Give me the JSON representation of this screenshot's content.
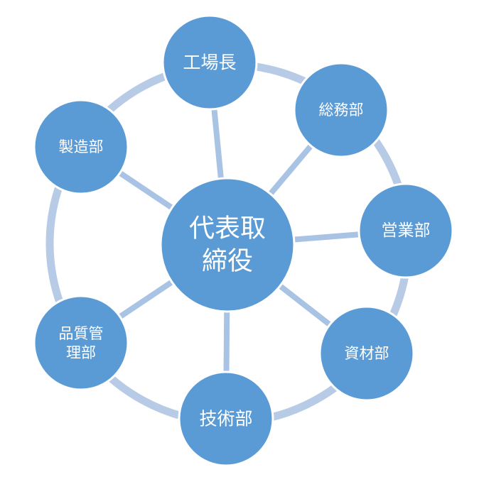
{
  "diagram": {
    "center": {
      "lines": [
        "代表取",
        "締役"
      ]
    },
    "nodes": [
      {
        "id": "factory-manager",
        "lines": [
          "工場長"
        ]
      },
      {
        "id": "general-affairs",
        "lines": [
          "総務部"
        ]
      },
      {
        "id": "sales",
        "lines": [
          "営業部"
        ]
      },
      {
        "id": "materials",
        "lines": [
          "資材部"
        ]
      },
      {
        "id": "engineering",
        "lines": [
          "技術部"
        ]
      },
      {
        "id": "quality-control",
        "lines": [
          "品質管",
          "理部"
        ]
      },
      {
        "id": "manufacturing",
        "lines": [
          "製造部"
        ]
      }
    ],
    "colors": {
      "node_fill": "#5b9bd5",
      "node_border": "#ffffff",
      "spoke": "#a9c3e4",
      "ring": "#b8cbe6",
      "label": "#ffffff"
    }
  }
}
